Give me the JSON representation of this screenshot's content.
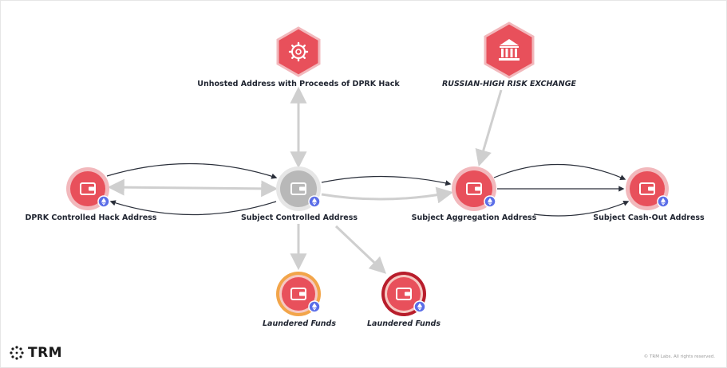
{
  "colors": {
    "node_red": "#e8505b",
    "node_red_ring": "#f2b8bc",
    "node_dark_red": "#b81d2b",
    "node_gray": "#bdbdbd",
    "node_gray_ring": "#d9d9d9",
    "ring_orange": "#f2a54a",
    "eth_badge": "#5b6ee8",
    "edge_gray": "#cfcfcf",
    "edge_dark": "#2a2f3a"
  },
  "nodes": {
    "unhosted": {
      "label": "Unhosted Address with Proceeds of DPRK Hack",
      "icon": "gear-icon"
    },
    "russian": {
      "label": "RUSSIAN-HIGH RISK EXCHANGE",
      "icon": "bank-icon"
    },
    "dprk": {
      "label": "DPRK Controlled Hack Address",
      "icon": "wallet-icon"
    },
    "subject": {
      "label": "Subject Controlled Address",
      "icon": "wallet-icon"
    },
    "aggregation": {
      "label": "Subject Aggregation Address",
      "icon": "wallet-icon"
    },
    "cashout": {
      "label": "Subject Cash-Out Address",
      "icon": "wallet-icon"
    },
    "laundered1": {
      "label": "Laundered Funds",
      "icon": "wallet-icon"
    },
    "laundered2": {
      "label": "Laundered Funds",
      "icon": "wallet-icon"
    }
  },
  "brand": {
    "name": "TRM",
    "icon": "trm-logo-icon"
  },
  "footer": {
    "copyright": "© TRM Labs. All rights reserved."
  }
}
